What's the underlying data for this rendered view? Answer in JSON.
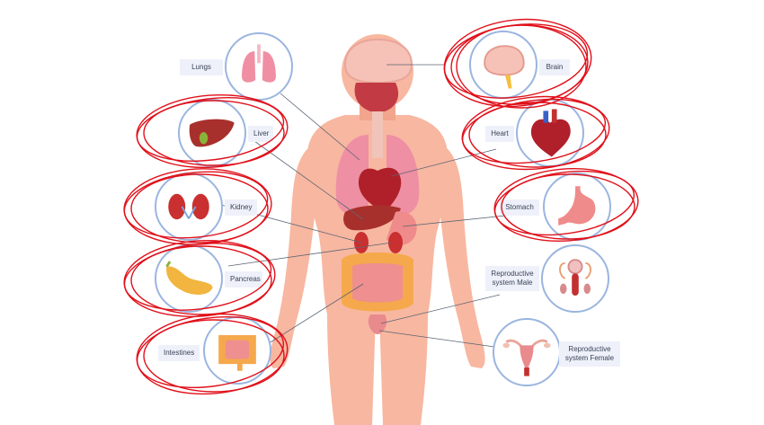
{
  "labels": {
    "lungs": "Lungs",
    "brain": "Brain",
    "liver": "Liver",
    "heart": "Heart",
    "kidney": "Kidney",
    "stomach": "Stomach",
    "pancreas": "Pancreas",
    "reproductive_male": "Reproductive\nsystem Male",
    "intestines": "Intestines",
    "reproductive_female": "Reproductive\nsystem Female"
  },
  "colors": {
    "skin": "#f8b7a0",
    "skin_shade": "#f2a58c",
    "circle_border": "#9bb5df",
    "label_bg": "#eef1fa",
    "annotation": "#e0101a",
    "organ_red": "#b0202a",
    "lung_pink": "#f08fa3",
    "liver": "#a8302c",
    "pancreas": "#f1b540",
    "intestine": "#f5a94c",
    "brain": "#f6c2b8"
  },
  "icons": [
    "lungs-icon",
    "brain-icon",
    "liver-icon",
    "heart-icon",
    "kidney-icon",
    "stomach-icon",
    "pancreas-icon",
    "male-reproductive-icon",
    "intestines-icon",
    "female-reproductive-icon"
  ]
}
